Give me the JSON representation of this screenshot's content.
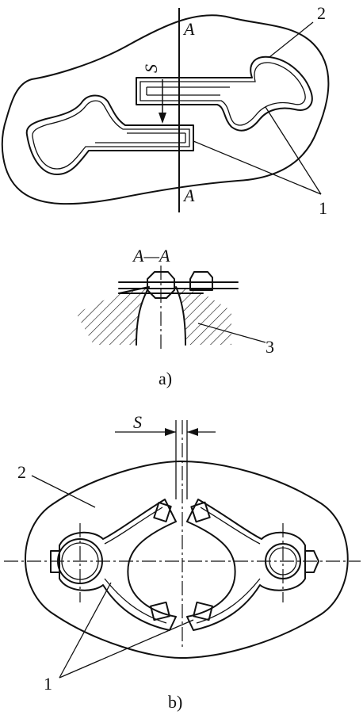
{
  "figure_a": {
    "caption": "a)",
    "section_top": "A",
    "section_bottom": "A",
    "gap_label": "S",
    "section_title": "A—A",
    "callouts": {
      "die": "2",
      "part": "1",
      "punch": "3"
    }
  },
  "figure_b": {
    "caption": "b)",
    "gap_label": "S",
    "callouts": {
      "die": "2",
      "part": "1"
    }
  }
}
